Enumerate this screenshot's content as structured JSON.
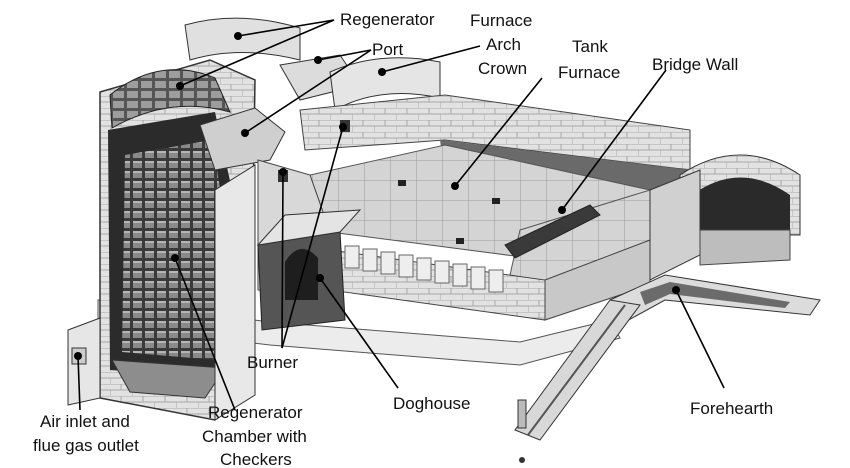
{
  "labels": {
    "regenerator": "Regenerator",
    "port": "Port",
    "furnace": "Furnace",
    "arch": "Arch",
    "crown": "Crown",
    "tank": "Tank",
    "tank_furnace": "Furnace",
    "bridge_wall": "Bridge Wall",
    "burner": "Burner",
    "doghouse": "Doghouse",
    "forehearth": "Forehearth",
    "air_inlet_1": "Air inlet and",
    "air_inlet_2": "flue gas outlet",
    "chamber_1": "Regenerator",
    "chamber_2": "Chamber with",
    "chamber_3": "Checkers"
  },
  "colors": {
    "brick_light": "#e6e6e6",
    "brick_mid": "#bdbdbd",
    "brick_dark": "#4a4a4a",
    "checker_dark": "#2b2b2b",
    "floor": "#d2d2d2",
    "leader": "#000000"
  }
}
